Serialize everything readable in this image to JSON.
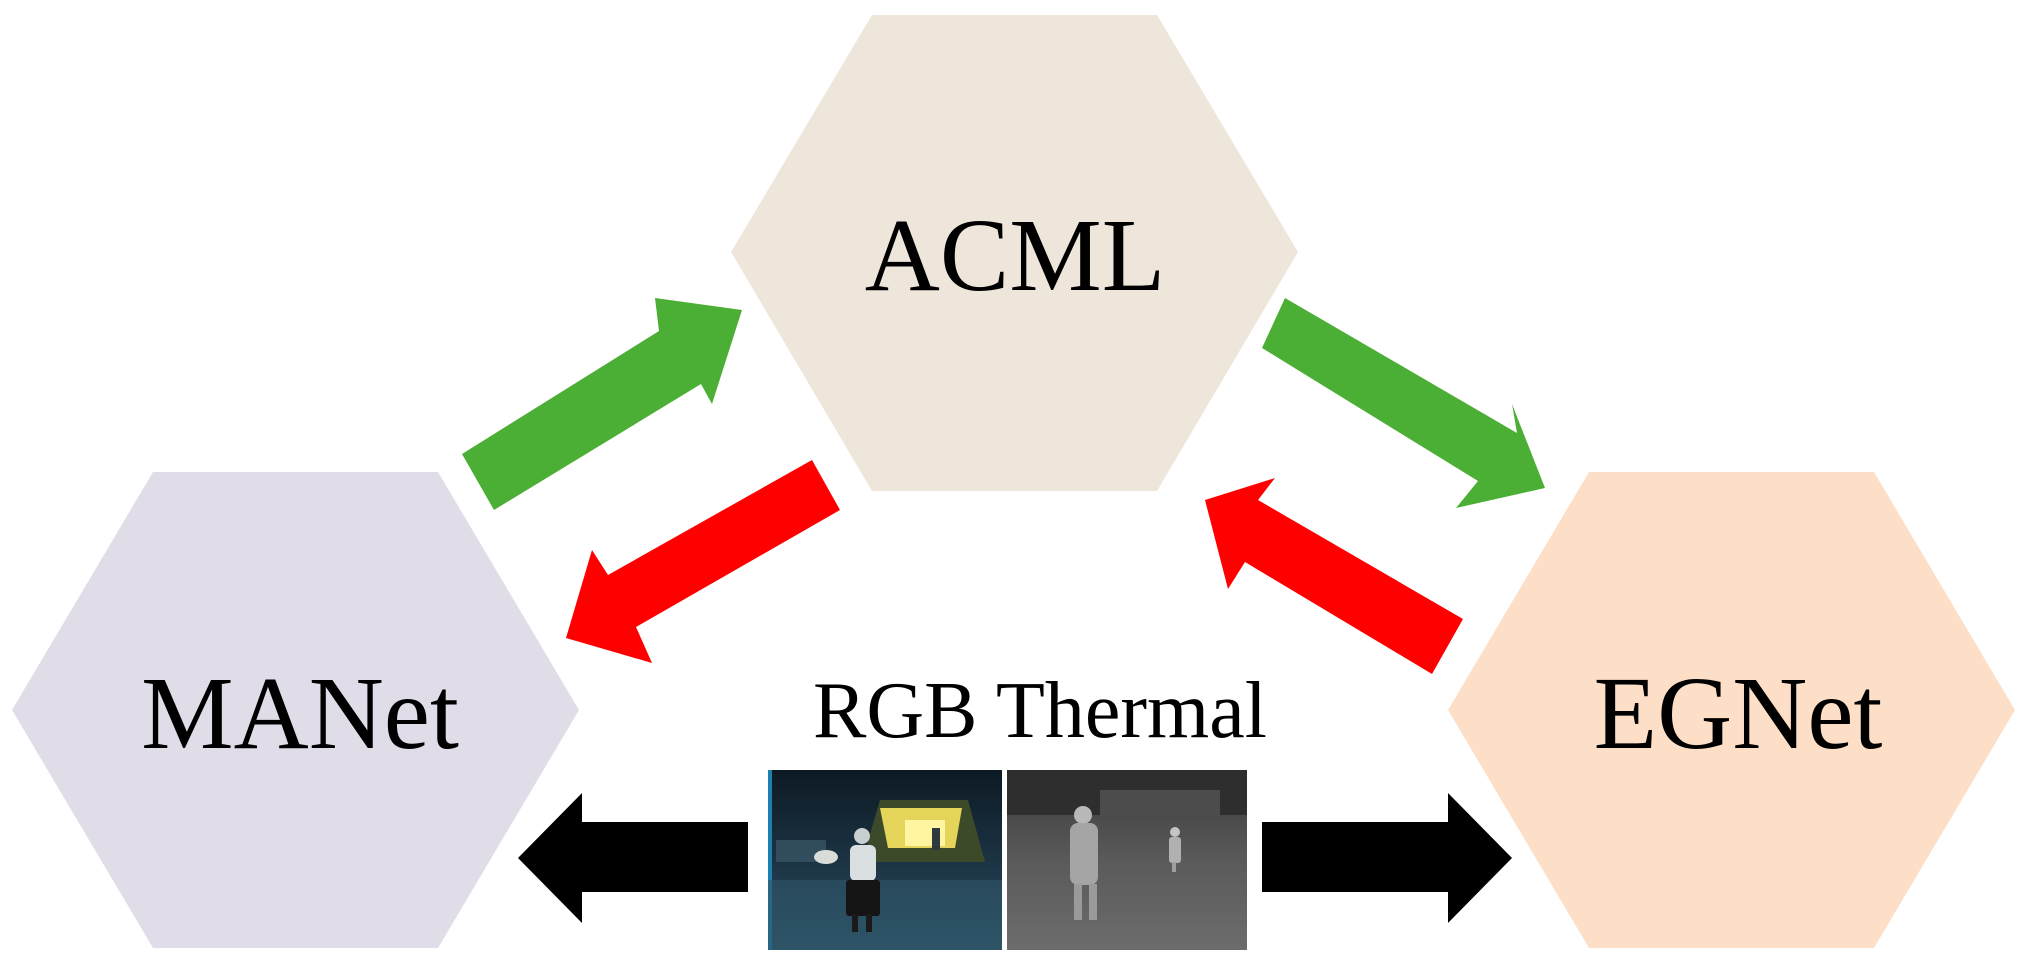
{
  "nodes": {
    "acml": {
      "label": "ACML",
      "color": "#EEE6DB"
    },
    "manet": {
      "label": "MANet",
      "color": "#E0DDE8"
    },
    "egnet": {
      "label": "EGNet",
      "color": "#FDDEC7"
    }
  },
  "caption": "RGB Thermal",
  "colors": {
    "forward_arrow": "#4CAF35",
    "feedback_arrow": "#FF0000",
    "input_arrow": "#000000"
  }
}
